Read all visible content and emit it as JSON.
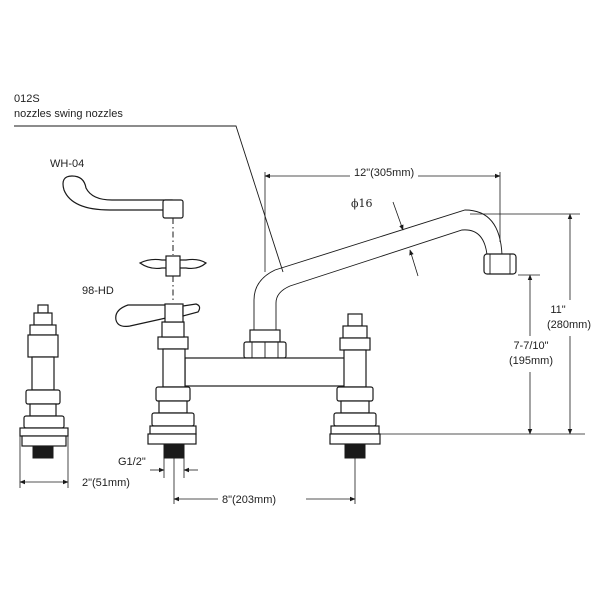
{
  "labels": {
    "model": "012S",
    "description": "nozzles swing nozzles",
    "handle_wrist": "WH-04",
    "handle_lever": "98-HD",
    "spout_length": "12\"(305mm)",
    "tube_diameter": "ϕ16",
    "total_height_in": "11\"",
    "total_height_mm": "(280mm)",
    "spout_height_in": "7-7/10\"",
    "spout_height_mm": "(195mm)",
    "thread": "G1/2\"",
    "center_distance": "8\"(203mm)",
    "side_width": "2\"(51mm)"
  },
  "colors": {
    "line": "#1a1a1a",
    "background": "#ffffff"
  }
}
